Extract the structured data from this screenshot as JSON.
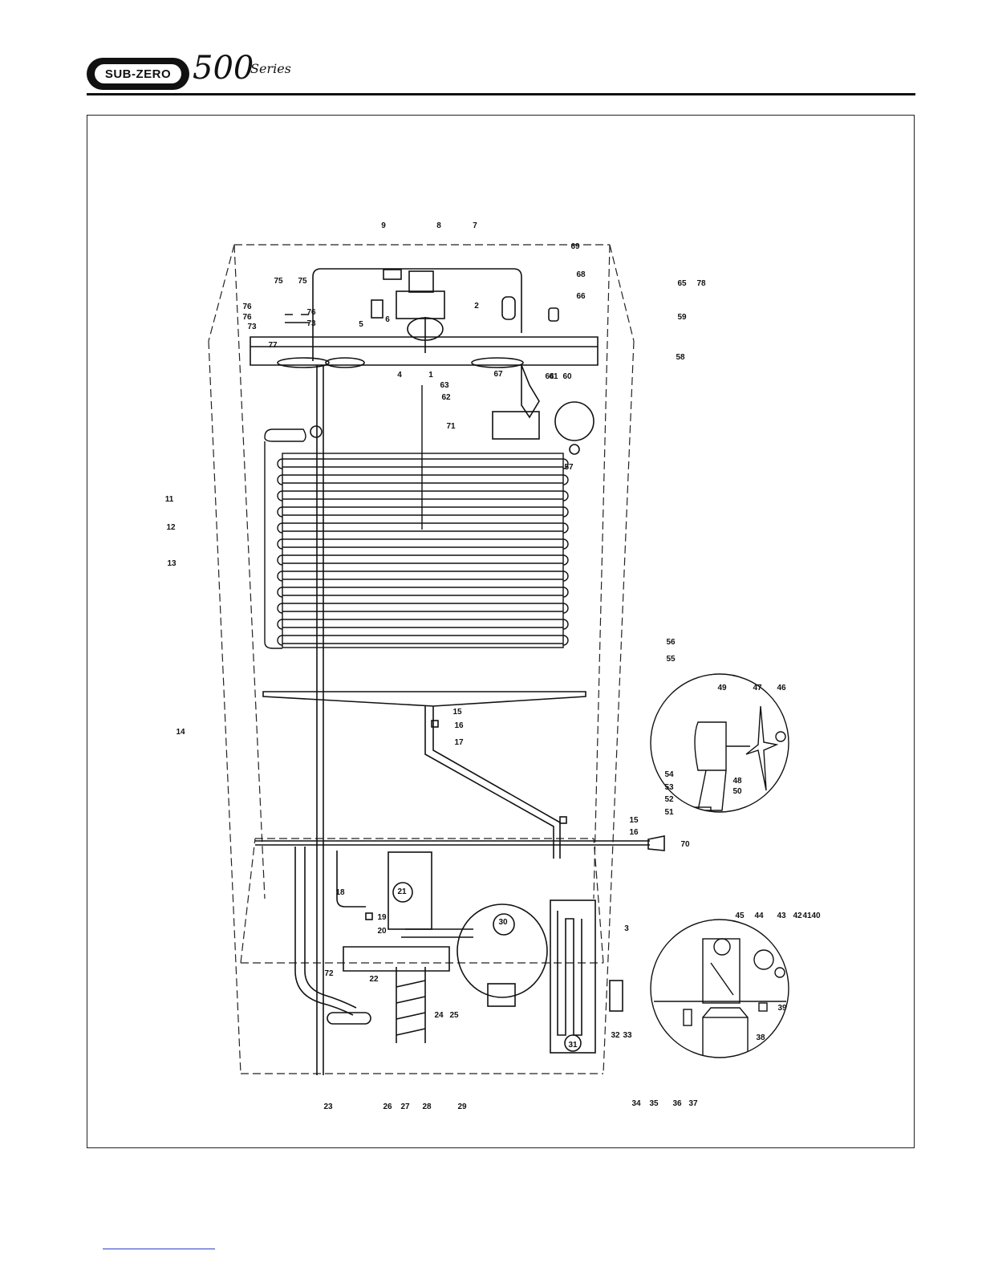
{
  "header": {
    "brand": "SUB-ZERO",
    "series_number": "500",
    "series_word": "Series"
  },
  "diagram": {
    "labels": [
      "1",
      "2",
      "3",
      "4",
      "5",
      "6",
      "7",
      "8",
      "9",
      "11",
      "12",
      "13",
      "14",
      "15",
      "15",
      "16",
      "16",
      "17",
      "18",
      "19",
      "20",
      "21",
      "22",
      "23",
      "24",
      "25",
      "26",
      "27",
      "28",
      "29",
      "30",
      "31",
      "32",
      "33",
      "34",
      "35",
      "36",
      "37",
      "38",
      "39",
      "40",
      "41",
      "42",
      "43",
      "44",
      "45",
      "46",
      "47",
      "48",
      "49",
      "50",
      "51",
      "52",
      "53",
      "54",
      "55",
      "56",
      "57",
      "58",
      "59",
      "60",
      "61",
      "62",
      "63",
      "64",
      "65",
      "66",
      "67",
      "68",
      "69",
      "70",
      "71",
      "72",
      "73",
      "73",
      "75",
      "75",
      "76",
      "76",
      "76",
      "77",
      "78"
    ]
  }
}
